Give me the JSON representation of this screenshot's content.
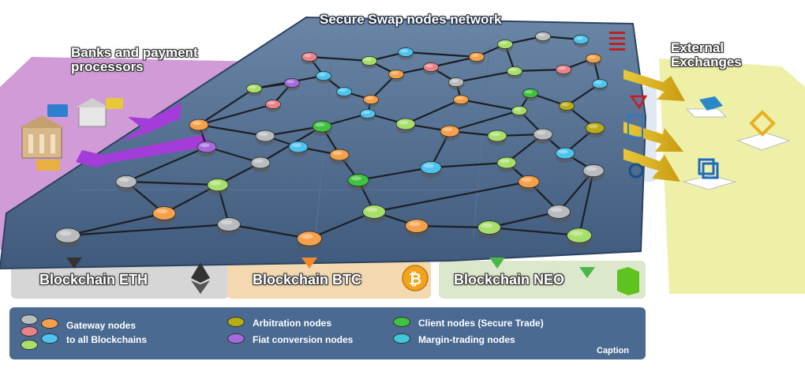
{
  "title": "Secure Swap nodes network",
  "banks_label_line1": "Banks and payment",
  "banks_label_line2": "processors",
  "external_label_line1": "External",
  "external_label_line2": "Exchanges",
  "blockchains": [
    {
      "label": "Blockchain ETH"
    },
    {
      "label": "Blockchain BTC"
    },
    {
      "label": "Blockchain NEO"
    }
  ],
  "legend": {
    "gateway_line1": "Gateway nodes",
    "gateway_line2": "to all Blockchains",
    "arbitration": "Arbitration nodes",
    "fiat": "Fiat conversion nodes",
    "client": "Client nodes (Secure Trade)",
    "margin": "Margin-trading nodes",
    "caption": "Caption"
  },
  "icons": {
    "btc_symbol": "₿"
  },
  "colors": {
    "gray": "#b8bcbe",
    "orange": "#f5a04a",
    "pink": "#e9838b",
    "lime": "#a8df6a",
    "blue": "#4dc4ee",
    "olive": "#b8ac18",
    "purple": "#a46ade",
    "green": "#3fc23f",
    "cyan": "#3ec8d8",
    "banks_bg": "#c98ad0",
    "external_bg": "#eef0a8",
    "eth_bg": "#d6d6d6",
    "btc_bg": "#f3d8b0",
    "neo_bg": "#dce8cc",
    "board": "#4a6888",
    "legend_bg": "#4a6a92"
  }
}
